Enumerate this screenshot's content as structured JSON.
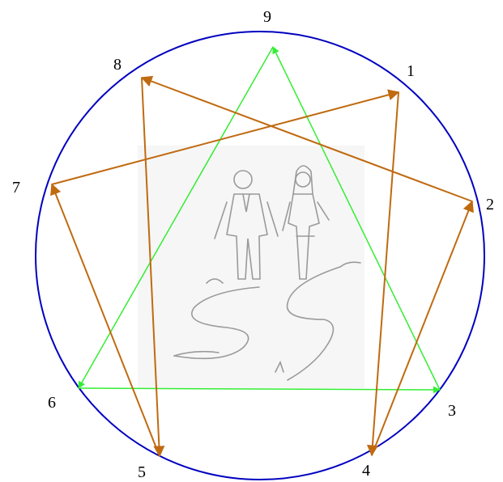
{
  "enneagram": {
    "circle_color": "#0000c0",
    "triangle_color": "#33ee33",
    "hexad_color": "#c06a10",
    "illustration": "couple-walking-path-sketch",
    "points": [
      {
        "label": "1"
      },
      {
        "label": "2"
      },
      {
        "label": "3"
      },
      {
        "label": "4"
      },
      {
        "label": "5"
      },
      {
        "label": "6"
      },
      {
        "label": "7"
      },
      {
        "label": "8"
      },
      {
        "label": "9"
      }
    ],
    "triangle_arrows": [
      {
        "from": "9",
        "to": "6"
      },
      {
        "from": "6",
        "to": "3"
      },
      {
        "from": "3",
        "to": "9"
      }
    ],
    "hexad_arrows": [
      {
        "from": "1",
        "to": "4"
      },
      {
        "from": "4",
        "to": "2"
      },
      {
        "from": "2",
        "to": "8"
      },
      {
        "from": "8",
        "to": "5"
      },
      {
        "from": "5",
        "to": "7"
      },
      {
        "from": "7",
        "to": "1"
      }
    ]
  }
}
